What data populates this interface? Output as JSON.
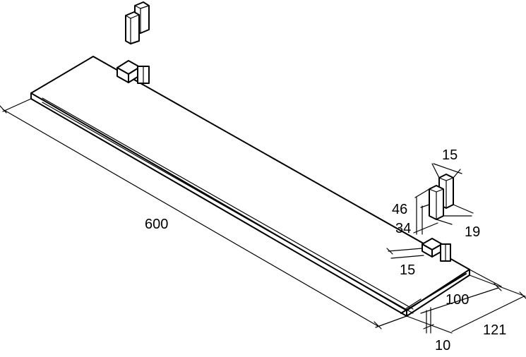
{
  "dimensions": {
    "length": "600",
    "bracket_width_top": "15",
    "bracket_height_outer": "46",
    "bracket_height_inner": "34",
    "bracket_depth": "19",
    "bracket_width_side": "15",
    "shelf_depth_inner": "100",
    "shelf_depth_outer": "121",
    "shelf_thickness": "10"
  }
}
